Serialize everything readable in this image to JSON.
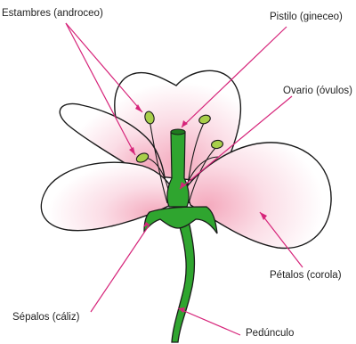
{
  "labels": {
    "stamens": "Estambres (androceo)",
    "pistil": "Pistilo (gineceo)",
    "ovary": "Ovario (óvulos)",
    "petals": "Pétalos (corola)",
    "sepals": "Sépalos (cáliz)",
    "peduncle": "Pedúnculo"
  },
  "colors": {
    "outline": "#1a1a1a",
    "petal_fill": "#ffffff",
    "petal_tint": "#f7b6c6",
    "green_dark": "#1e7a1e",
    "green": "#2fa52f",
    "anther": "#a8cf4a",
    "pointer": "#d6247a"
  }
}
